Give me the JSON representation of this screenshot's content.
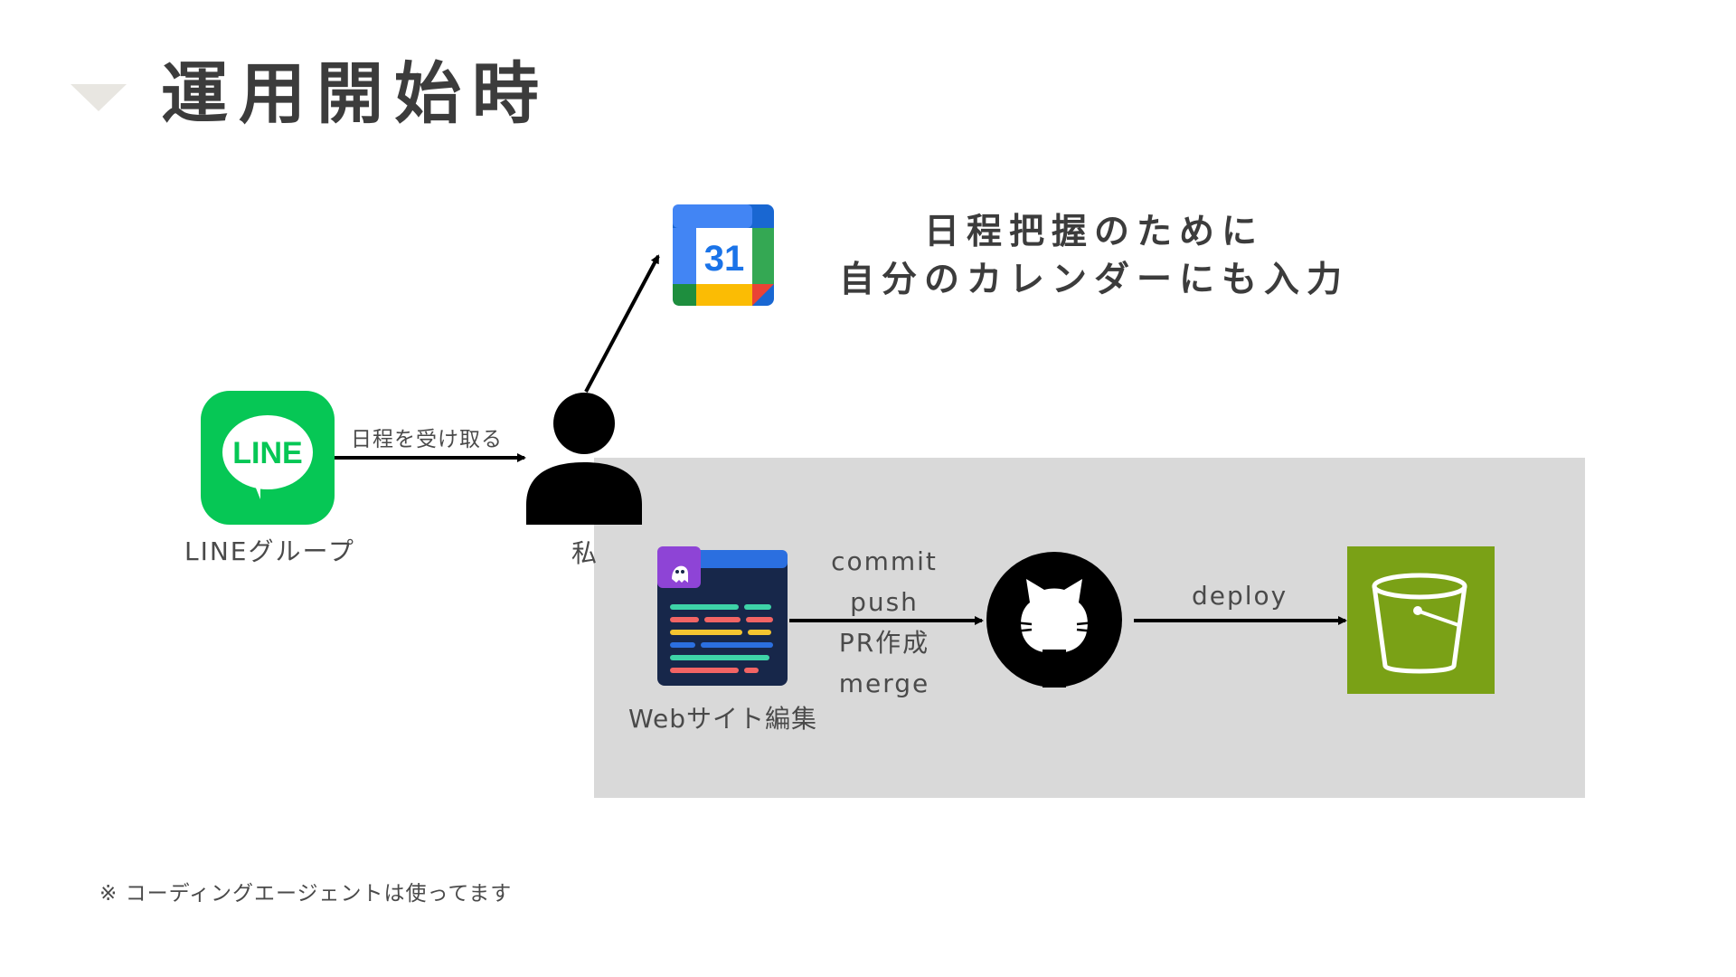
{
  "slide": {
    "title": "運用開始時",
    "footnote": "※ コーディングエージェントは使ってます"
  },
  "nodes": {
    "line": {
      "label": "LINEグループ",
      "logo_text": "LINE",
      "color": "#06c755"
    },
    "me": {
      "label": "私"
    },
    "calendar": {
      "day_text": "31",
      "note_line1": "日程把握のために",
      "note_line2": "自分のカレンダーにも入力"
    },
    "code_editor": {
      "label": "Webサイト編集"
    },
    "github": {
      "icon": "github-icon"
    },
    "s3": {
      "icon": "bucket-icon",
      "color": "#7aa116"
    }
  },
  "edges": {
    "line_to_me": "日程を受け取る",
    "editor_to_github": [
      "commit",
      "push",
      "PR作成",
      "merge"
    ],
    "github_to_s3": "deploy"
  }
}
